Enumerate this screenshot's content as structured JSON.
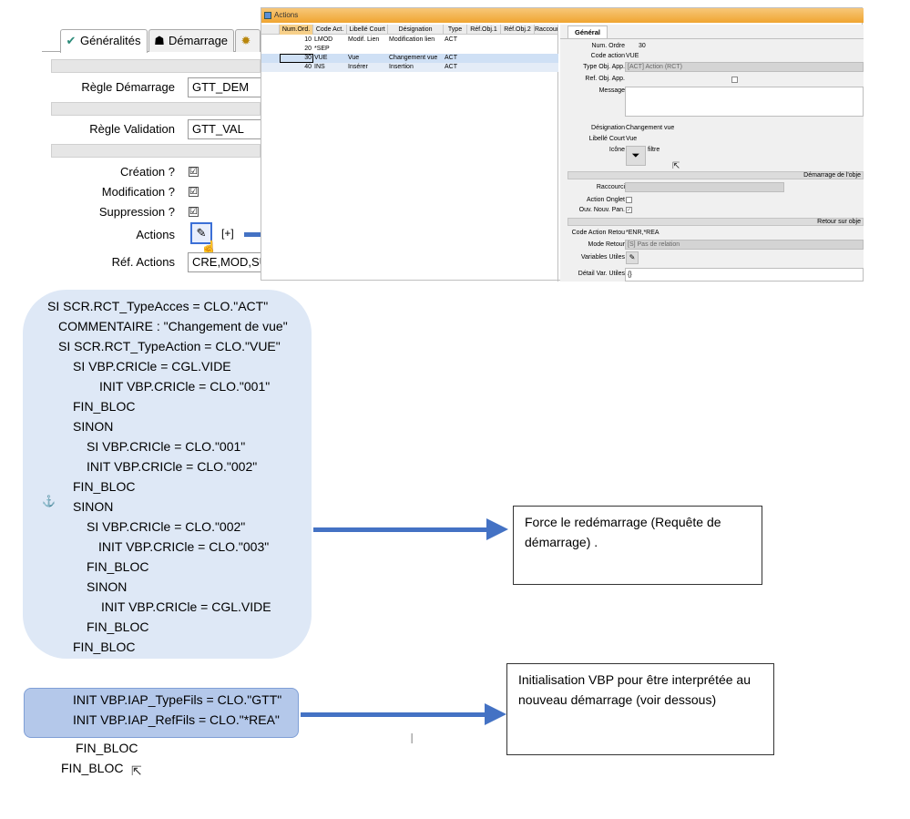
{
  "tabs": [
    {
      "label": "Généralités",
      "icon": "check-icon"
    },
    {
      "label": "Démarrage",
      "icon": "person-icon"
    },
    {
      "label": "",
      "icon": "gear-icon"
    }
  ],
  "fields": {
    "regle_demarrage": {
      "label": "Règle Démarrage",
      "value": "GTT_DEM"
    },
    "regle_validation": {
      "label": "Règle Validation",
      "value": "GTT_VAL"
    },
    "creation": {
      "label": "Création ?",
      "checked": "☑"
    },
    "modification": {
      "label": "Modification ?",
      "checked": "☑"
    },
    "suppression": {
      "label": "Suppression ?",
      "checked": "☑"
    },
    "actions": {
      "label": "Actions",
      "plus": "[+]"
    },
    "ref_actions": {
      "label": "Réf. Actions",
      "value": "CRE,MOD,SU"
    }
  },
  "window": {
    "title": "Actions",
    "grid_headers": [
      "Num.Ord.",
      "Code Act.",
      "Libellé Court",
      "Désignation",
      "Type",
      "Réf.Obj.1",
      "Réf.Obj.2",
      "Raccour"
    ],
    "rows": [
      {
        "num": "10",
        "code": "LMOD",
        "lib": "Modif. Lien",
        "des": "Modification lien",
        "type": "ACT"
      },
      {
        "num": "20",
        "code": "*SEP",
        "lib": "",
        "des": "",
        "type": ""
      },
      {
        "num": "30",
        "code": "VUE",
        "lib": "Vue",
        "des": "Changement vue",
        "type": "ACT"
      },
      {
        "num": "40",
        "code": "INS",
        "lib": "Insérer",
        "des": "Insertion",
        "type": "ACT"
      }
    ],
    "form": {
      "tab": "Général",
      "num_ordre": {
        "label": "Num. Ordre",
        "value": "30"
      },
      "code_action": {
        "label": "Code action",
        "value": "VUE"
      },
      "type_obj": {
        "label": "Type Obj. App.",
        "value": "[ACT] Action (RCT)"
      },
      "ref_obj": {
        "label": "Ref. Obj. App."
      },
      "message": {
        "label": "Message"
      },
      "designation": {
        "label": "Désignation",
        "value": "Changement vue"
      },
      "libelle": {
        "label": "Libellé Court",
        "value": "Vue"
      },
      "icone": {
        "label": "Icône",
        "value": "filtre"
      },
      "section_demarrage": "Démarrage de l'obje",
      "raccourci": {
        "label": "Raccourci"
      },
      "action_onglet": {
        "label": "Action Onglet"
      },
      "ouv_nouv": {
        "label": "Ouv. Nouv. Pan."
      },
      "section_retour": "Retour sur obje",
      "code_retour": {
        "label": "Code Action Retou",
        "value": "*ENR,*REA"
      },
      "mode_retour": {
        "label": "Mode Retour",
        "value": "[S] Pas de relation"
      },
      "variables": {
        "label": "Variables Utiles"
      },
      "detail_var": {
        "label": "Détail Var. Utiles",
        "value": "{}"
      }
    }
  },
  "code_lines": [
    "SI SCR.RCT_TypeAcces = CLO.\"ACT\"",
    "COMMENTAIRE : \"Changement de vue\"",
    "SI SCR.RCT_TypeAction = CLO.\"VUE\"",
    "SI VBP.CRICle = CGL.VIDE",
    "INIT VBP.CRICle = CLO.\"001\"",
    "FIN_BLOC",
    "SINON",
    "SI VBP.CRICle = CLO.\"001\"",
    "INIT VBP.CRICle = CLO.\"002\"",
    "FIN_BLOC",
    "SINON",
    "SI VBP.CRICle = CLO.\"002\"",
    "INIT VBP.CRICle = CLO.\"003\"",
    "FIN_BLOC",
    "SINON",
    "INIT VBP.CRICle = CGL.VIDE",
    "FIN_BLOC",
    "FIN_BLOC"
  ],
  "code_lines2": [
    "INIT VBP.IAP_TypeFils = CLO.\"GTT\"",
    "INIT VBP.IAP_RefFils = CLO.\"*REA\""
  ],
  "code_end": [
    "FIN_BLOC",
    "FIN_BLOC"
  ],
  "callouts": {
    "restart": "Force le redémarrage (Requête de démarrage) .",
    "init": "Initialisation VBP pour être interprétée au nouveau démarrage (voir dessous)"
  },
  "colors": {
    "arrow": "#4472c4",
    "code_bg": "#dee8f6",
    "code_bg2": "#b4c8ea",
    "title_bar": "#f0a531"
  }
}
